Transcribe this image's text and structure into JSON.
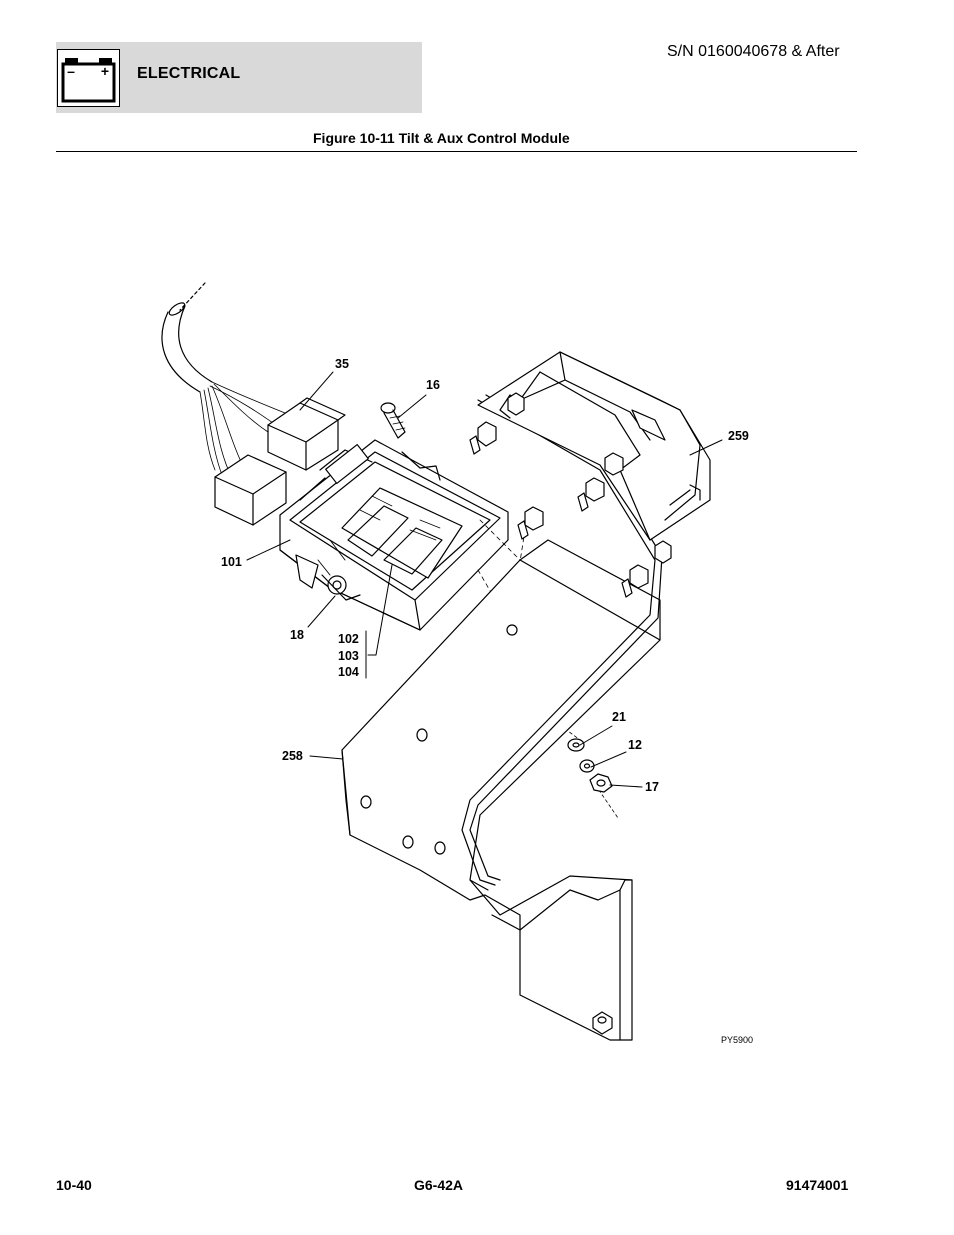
{
  "header": {
    "section": "ELECTRICAL",
    "serial": "S/N 0160040678 & After",
    "battery_minus": "–",
    "battery_plus": "+"
  },
  "figure": {
    "title": "Figure 10-11 Tilt & Aux Control Module",
    "drawing_id": "PY5900"
  },
  "callouts": {
    "c35": "35",
    "c16": "16",
    "c259": "259",
    "c101": "101",
    "c18": "18",
    "c102": "102",
    "c103": "103",
    "c104": "104",
    "c21": "21",
    "c12": "12",
    "c17": "17",
    "c258": "258"
  },
  "footer": {
    "page": "10-40",
    "model": "G6-42A",
    "doc_number": "91474001"
  }
}
